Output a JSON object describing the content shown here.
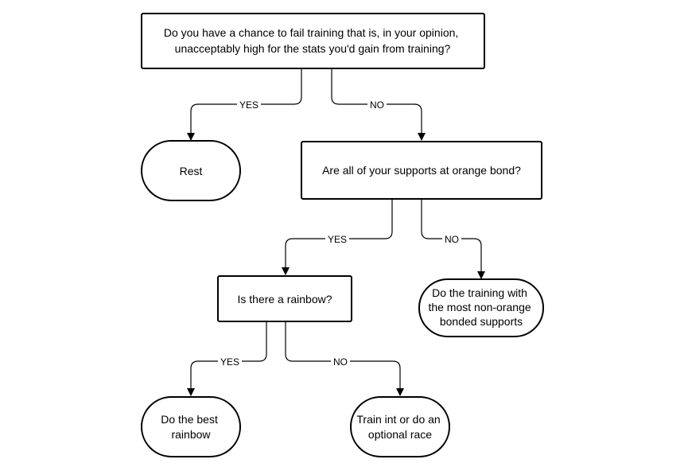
{
  "nodes": {
    "q1": {
      "lines": [
        "Do you have a chance to fail training that is, in your opinion,",
        "unacceptably high for the stats you'd gain from training?"
      ]
    },
    "rest": {
      "lines": [
        "Rest"
      ]
    },
    "q2": {
      "lines": [
        "Are all of your supports at orange bond?"
      ]
    },
    "q3": {
      "lines": [
        "Is there a rainbow?"
      ]
    },
    "most_non_orange": {
      "lines": [
        "Do the training with",
        "the most non-orange",
        "bonded supports"
      ]
    },
    "best_rainbow": {
      "lines": [
        "Do the best",
        "rainbow"
      ]
    },
    "train_int": {
      "lines": [
        "Train int or do an",
        "optional race"
      ]
    }
  },
  "edges": {
    "q1_yes": "YES",
    "q1_no": "NO",
    "q2_yes": "YES",
    "q2_no": "NO",
    "q3_yes": "YES",
    "q3_no": "NO"
  }
}
